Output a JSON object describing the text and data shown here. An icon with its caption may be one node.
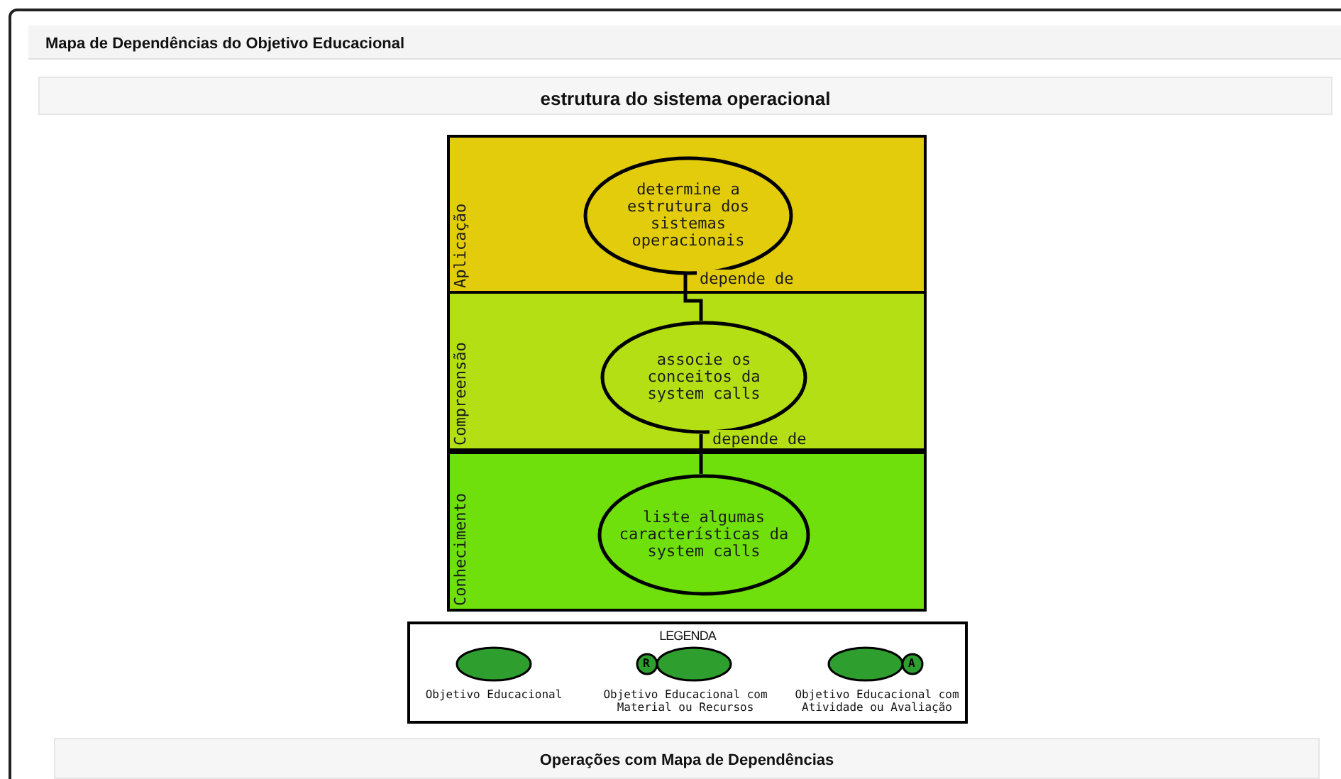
{
  "diagram": {
    "title": "estrutura do sistema operacional",
    "nodes": [
      {
        "text": [
          "Aplicação"
        ]
      },
      {
        "text": [
          "determine a estrutura dos sistemas operacionais"
        ],
        "in": 0
      },
      {
        "text": [
          "Compreensão"
        ]
      },
      {
        "text": [
          "associe os conceitos da system calls"
        ],
        "in": 2
      },
      {
        "text": [
          "Conhecimento"
        ]
      },
      {
        "text": [
          "liste algumas características da system calls"
        ],
        "in": 4
      }
    ],
    "edges": [
      {
        "from": 1,
        "to": 3,
        "arrow": "none",
        "label": "depende de"
      },
      {
        "from": 3,
        "to": 5,
        "arrow": "none",
        "label": "depende de"
      }
    ],
    "labels": [
      "Mapa de Dependências do Objetivo Educacional",
      "LEGENDA",
      "R",
      "A",
      "Operações com Mapa de Dependências"
    ],
    "legend": [
      {
        "text": "Objetivo Educacional"
      },
      {
        "text": "Objetivo Educacional com Material ou Recursos"
      },
      {
        "text": "Objetivo Educacional com Atividade ou Avaliação"
      }
    ]
  }
}
